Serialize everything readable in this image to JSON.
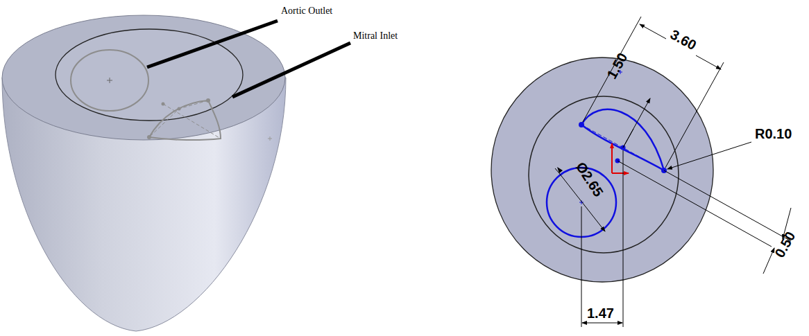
{
  "diagram": {
    "labels": [
      "Aortic Outlet",
      "Mitral Inlet",
      "3.60",
      "1.50",
      "R0.10",
      "0.50",
      "Ø2.65",
      "1.47"
    ]
  }
}
